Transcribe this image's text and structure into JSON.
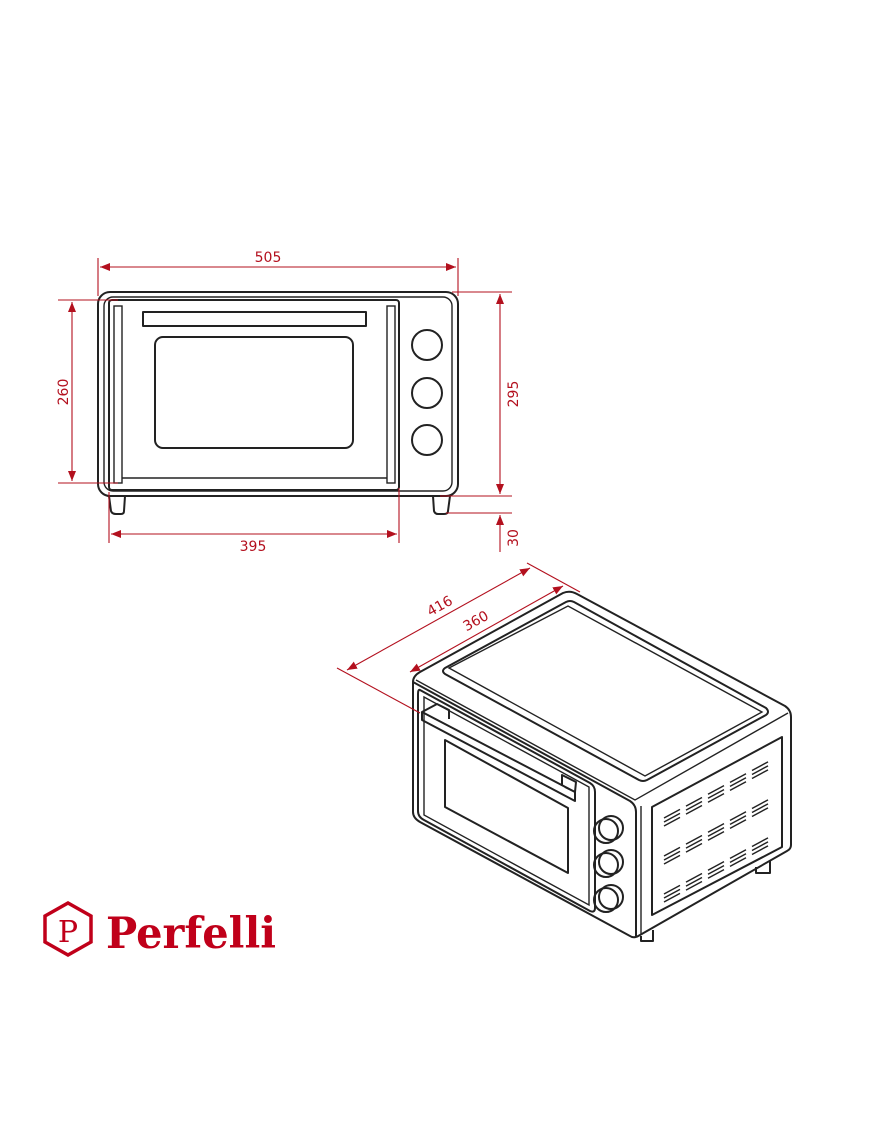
{
  "front_view": {
    "dimensions": {
      "total_width": "505",
      "door_width": "395",
      "door_height": "260",
      "body_height": "295",
      "feet_height": "30"
    }
  },
  "iso_view": {
    "dimensions": {
      "total_depth": "416",
      "body_depth": "360"
    }
  },
  "brand": {
    "name": "Perfelli",
    "logo_letter": "P",
    "color": "#c0001a"
  },
  "colors": {
    "dimension": "#b3101e",
    "line": "#222222"
  }
}
